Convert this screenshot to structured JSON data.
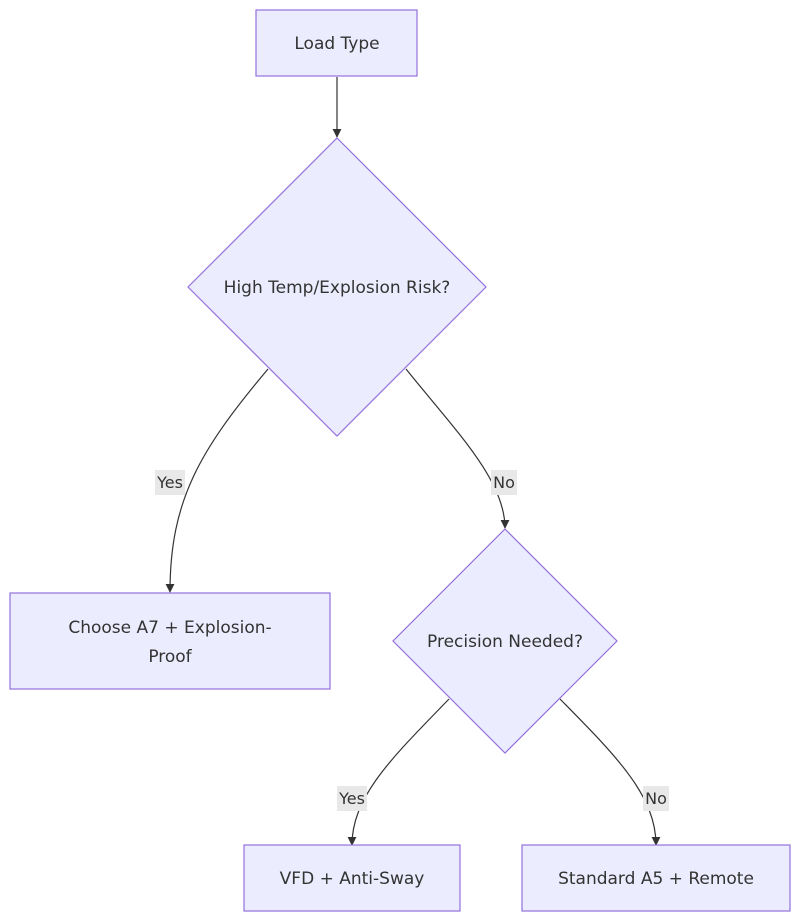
{
  "diagram": {
    "nodes": {
      "load_type": "Load Type",
      "high_temp": "High Temp/Explosion Risk?",
      "choose_a7_line1": "Choose A7 + Explosion-",
      "choose_a7_line2": "Proof",
      "precision": "Precision Needed?",
      "vfd": "VFD + Anti-Sway",
      "standard_a5": "Standard A5 + Remote"
    },
    "edges": {
      "high_temp_yes": "Yes",
      "high_temp_no": "No",
      "precision_yes": "Yes",
      "precision_no": "No"
    },
    "colors": {
      "node_fill": "#ececff",
      "node_stroke": "#9370db",
      "edge_stroke": "#333333",
      "edge_label_bg": "#e8e8e8"
    }
  }
}
